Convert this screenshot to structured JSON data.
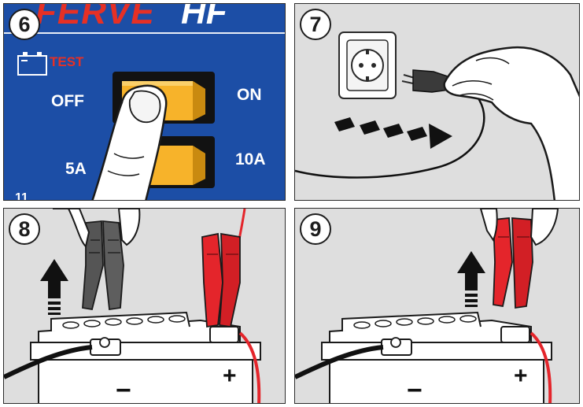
{
  "panels": [
    {
      "step": "6"
    },
    {
      "step": "7"
    },
    {
      "step": "8"
    },
    {
      "step": "9"
    }
  ],
  "charger": {
    "brand": "FERVE",
    "model": "HF",
    "test_label": "TEST",
    "off_label": "OFF",
    "on_label": "ON",
    "low_label": "5A",
    "high_label": "10A"
  },
  "battery": {
    "minus_sign": "−",
    "plus_sign": "+"
  },
  "colors": {
    "charger_blue": "#1c4ea6",
    "brand_red": "#e63025",
    "switch_yellow": "#f7b32a",
    "panel_gray": "#dedede",
    "clamp_red": "#e4252b",
    "clamp_black": "#555555"
  }
}
